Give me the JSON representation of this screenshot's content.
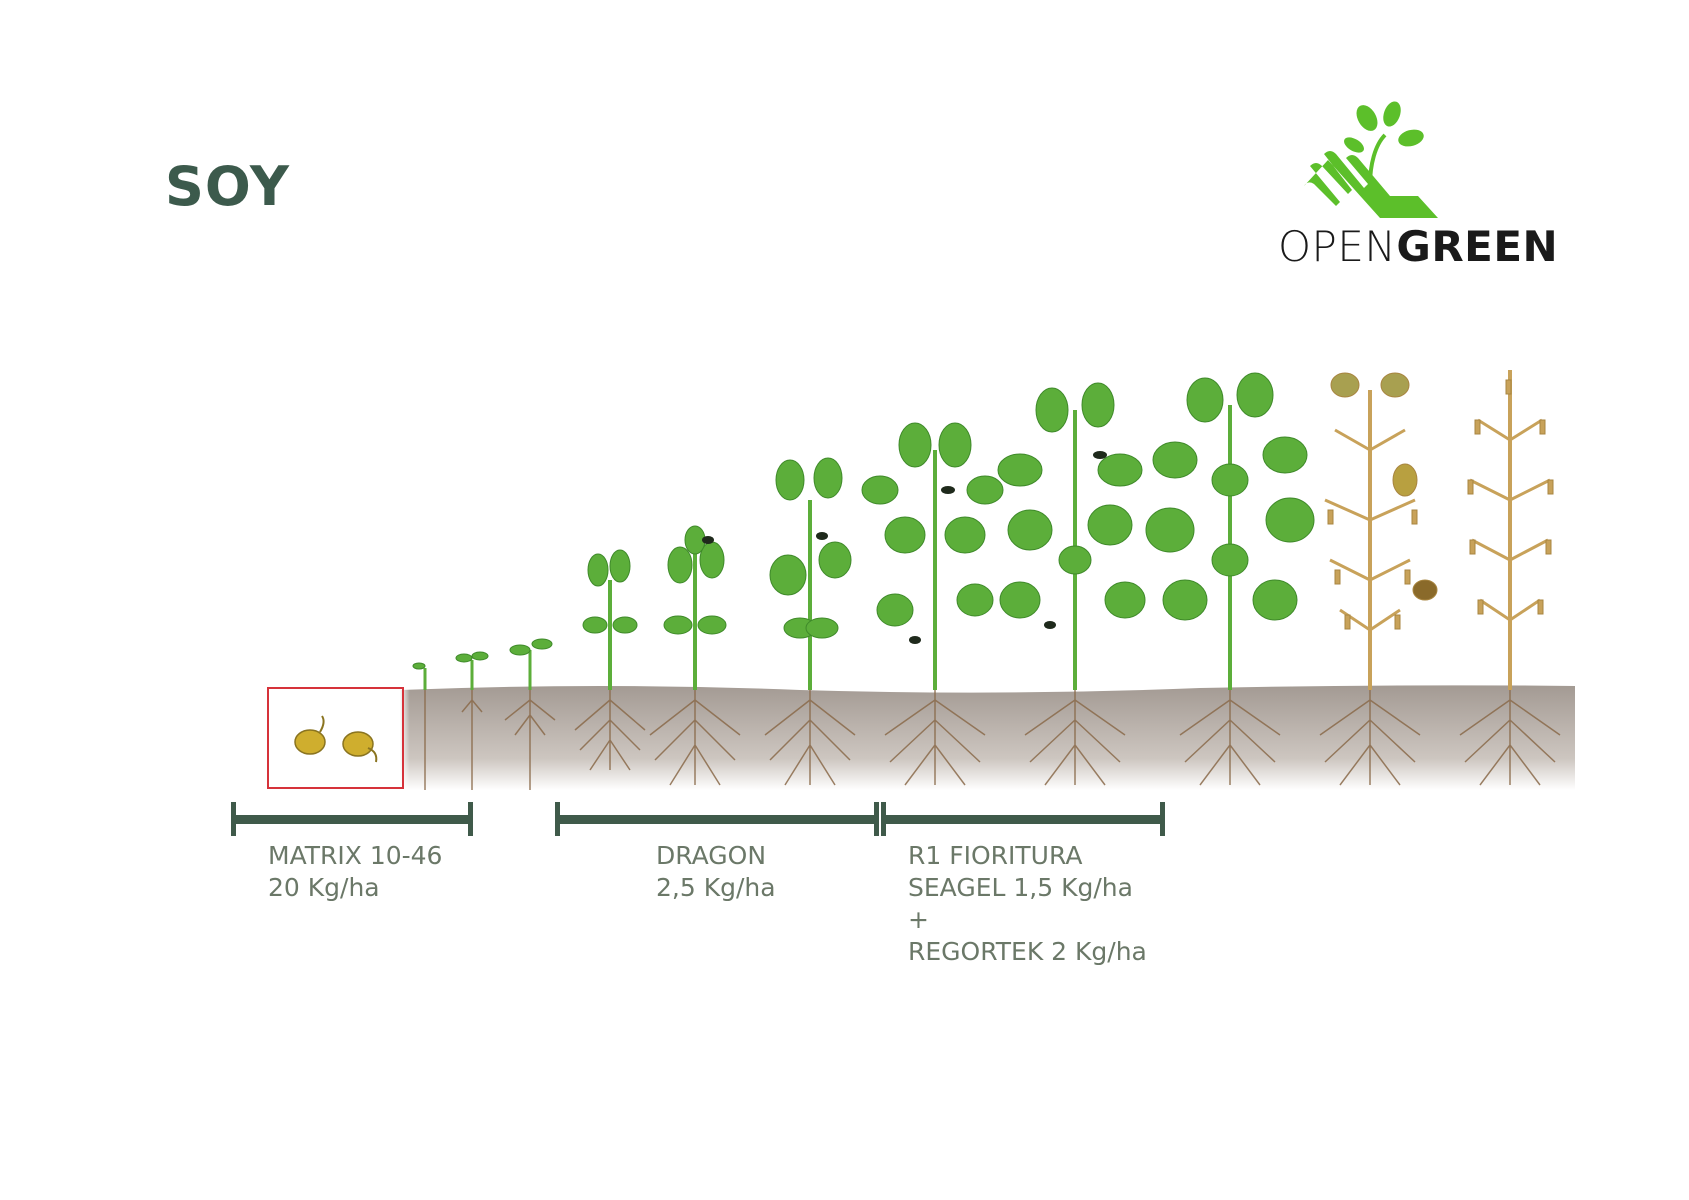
{
  "title": "SOY",
  "logo": {
    "word_open": "OPEN",
    "word_green": "GREEN",
    "icon": "hand-sprout-icon",
    "color": "#5cbf2a"
  },
  "colors": {
    "title": "#3c5a4c",
    "bar": "#3f5a4a",
    "label": "#6b7868",
    "soil": "#a39a93",
    "plant_green": "#5cae3a",
    "plant_dry": "#c8a25a",
    "highlight_box": "#d6323a"
  },
  "treatments": [
    {
      "product": "MATRIX 10-46",
      "dose": "20 Kg/ha"
    },
    {
      "product": "DRAGON",
      "dose": "2,5 Kg/ha"
    },
    {
      "stage": "R1 FIORITURA",
      "product": "SEAGEL 1,5 Kg/ha",
      "plus": "+",
      "product2": "REGORTEK 2 Kg/ha"
    }
  ]
}
